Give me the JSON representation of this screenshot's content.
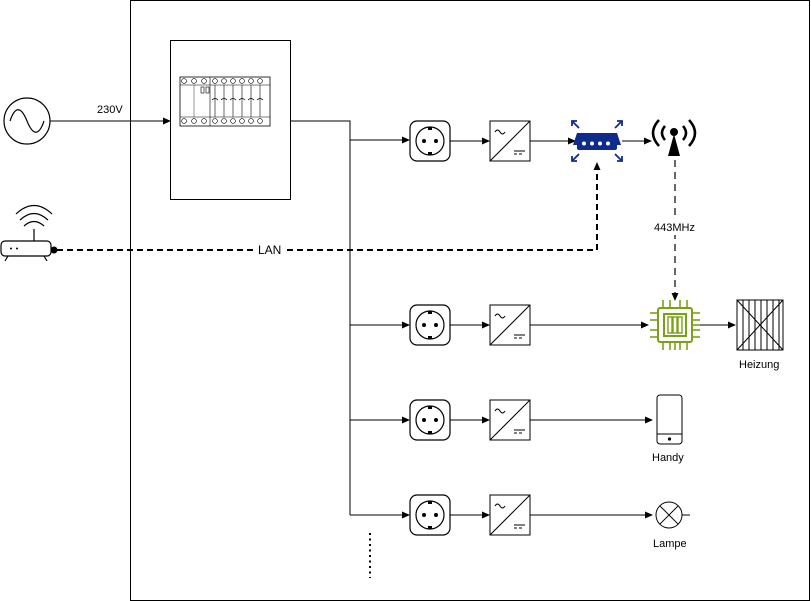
{
  "labels": {
    "voltage": "230V",
    "lan": "LAN",
    "frequency": "443MHz",
    "heater": "Heizung",
    "phone": "Handy",
    "lamp": "Lampe"
  },
  "icons": {
    "ac_source": "ac-source-icon",
    "router": "wifi-router-icon",
    "distribution_board": "circuit-breaker-panel-icon",
    "socket": "power-socket-icon",
    "power_supply": "ac-dc-converter-icon",
    "network_switch": "network-hub-icon",
    "antenna": "radio-antenna-icon",
    "microcontroller": "microcontroller-chip-icon",
    "heater": "heater-icon",
    "phone": "smartphone-icon",
    "lamp": "lamp-icon"
  },
  "colors": {
    "switch_blue": "#0f2b8c",
    "chip_green": "#7aa116",
    "line": "#000000"
  }
}
